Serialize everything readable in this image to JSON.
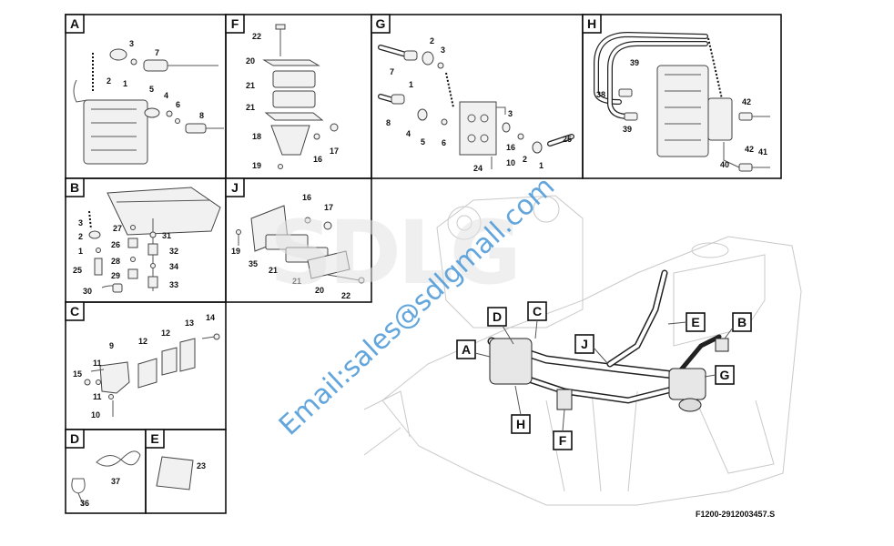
{
  "panels": {
    "A": {
      "tag": "A",
      "labels": [
        "3",
        "7",
        "2",
        "1",
        "5",
        "4",
        "6",
        "8"
      ]
    },
    "B": {
      "tag": "B",
      "labels": [
        "3",
        "27",
        "2",
        "26",
        "31",
        "1",
        "32",
        "28",
        "25",
        "29",
        "34",
        "30",
        "33"
      ]
    },
    "C": {
      "tag": "C",
      "labels": [
        "14",
        "13",
        "9",
        "12",
        "12",
        "15",
        "11",
        "11",
        "10"
      ]
    },
    "D": {
      "tag": "D",
      "labels": [
        "37",
        "36"
      ]
    },
    "E": {
      "tag": "E",
      "labels": [
        "23"
      ]
    },
    "F": {
      "tag": "F",
      "labels": [
        "22",
        "20",
        "21",
        "21",
        "18",
        "17",
        "16",
        "19"
      ]
    },
    "G": {
      "tag": "G",
      "labels": [
        "2",
        "3",
        "7",
        "1",
        "3",
        "8",
        "4",
        "5",
        "6",
        "16",
        "2",
        "25",
        "24",
        "10",
        "1"
      ]
    },
    "H": {
      "tag": "H",
      "labels": [
        "39",
        "38",
        "39",
        "42",
        "42",
        "41",
        "40"
      ]
    },
    "J": {
      "tag": "J",
      "labels": [
        "16",
        "17",
        "19",
        "35",
        "21",
        "21",
        "20",
        "22"
      ]
    }
  },
  "callouts": [
    "D",
    "C",
    "A",
    "J",
    "E",
    "B",
    "G",
    "H",
    "F"
  ],
  "watermark": "SDLG",
  "email_overlay": "Email:sales@sdlgmall.com",
  "reference_code": "F1200-2912003457.S",
  "colors": {
    "frame": "#111111",
    "drawing": "#555555",
    "watermark_blue": "#4696d7"
  }
}
